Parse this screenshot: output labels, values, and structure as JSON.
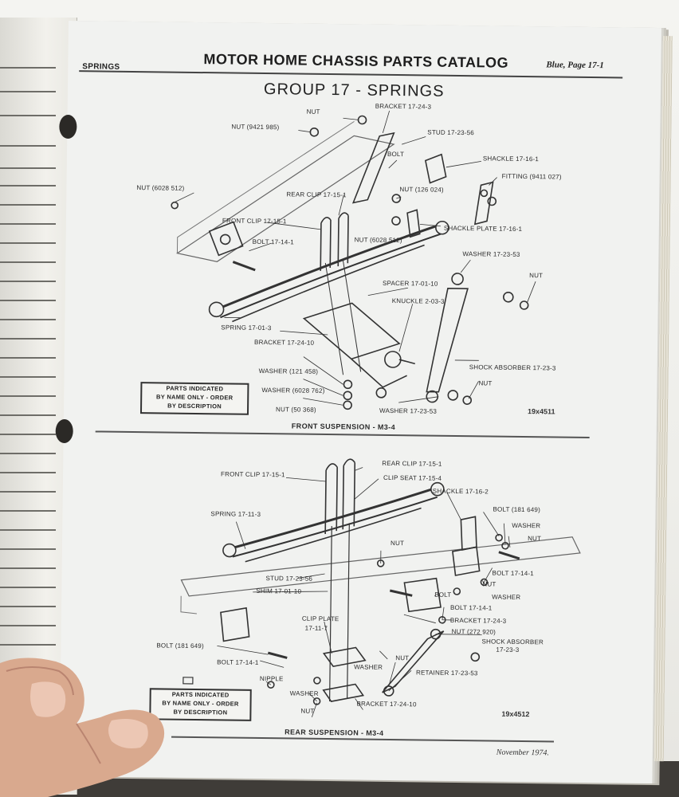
{
  "header": {
    "section": "SPRINGS",
    "title": "MOTOR HOME CHASSIS PARTS CATALOG",
    "page_ref": "Blue, Page 17-1"
  },
  "group_title": "GROUP 17 - SPRINGS",
  "front": {
    "labels": {
      "nut_top": "NUT",
      "bracket_top": "BRACKET 17-24-3",
      "nut_9421": "NUT (9421 985)",
      "stud": "STUD 17-23-56",
      "bolt": "BOLT",
      "shackle": "SHACKLE 17-16-1",
      "fitting": "FITTING (9411 027)",
      "nut_6028_left": "NUT (6028 512)",
      "nut_126": "NUT (126 024)",
      "rear_clip": "REAR CLIP 17-15-1",
      "front_clip": "FRONT CLIP 17-15-1",
      "nut_6028_mid": "NUT (6028 512)",
      "shackle_plate": "SHACKLE PLATE 17-16-1",
      "bolt_14": "BOLT 17-14-1",
      "washer_53_top": "WASHER 17-23-53",
      "nut_right": "NUT",
      "spacer": "SPACER 17-01-10",
      "knuckle": "KNUCKLE 2-03-3",
      "spring": "SPRING 17-01-3",
      "bracket_10": "BRACKET 17-24-10",
      "shock": "SHOCK ABSORBER 17-23-3",
      "washer_121": "WASHER (121 458)",
      "nut_bottom": "NUT",
      "washer_6028": "WASHER (6028 762)",
      "nut_50": "NUT (50 368)",
      "washer_53_bottom": "WASHER 17-23-53"
    },
    "note": [
      "PARTS INDICATED",
      "BY NAME ONLY - ORDER",
      "BY DESCRIPTION"
    ],
    "ref": "19x4511",
    "caption": "FRONT SUSPENSION - M3-4"
  },
  "rear": {
    "labels": {
      "rear_clip": "REAR CLIP 17-15-1",
      "front_clip": "FRONT CLIP 17-15-1",
      "clip_seat": "CLIP SEAT 17-15-4",
      "shackle": "SHACKLE 17-16-2",
      "spring": "SPRING 17-11-3",
      "bolt_181_top": "BOLT (181 649)",
      "washer_top": "WASHER",
      "nut_top_right": "NUT",
      "nut_mid": "NUT",
      "bolt_14_right": "BOLT 17-14-1",
      "stud": "STUD 17-23-56",
      "nut_right2": "NUT",
      "washer_right2": "WASHER",
      "shim": "SHIM 17-01-10",
      "bolt_mid": "BOLT",
      "bolt_14_mid": "BOLT 17-14-1",
      "bracket_3": "BRACKET 17-24-3",
      "nut_272": "NUT (272 920)",
      "clip_plate": "CLIP PLATE",
      "clip_plate_num": "17-11-7",
      "shock": "SHOCK ABSORBER",
      "shock_num": "17-23-3",
      "bolt_181_left": "BOLT (181 649)",
      "nut_lower": "NUT",
      "washer_lower": "WASHER",
      "bolt_14_left": "BOLT 17-14-1",
      "retainer": "RETAINER 17-23-53",
      "nipple": "NIPPLE",
      "washer_bottom": "WASHER",
      "nut_bottom": "NUT",
      "bracket_10": "BRACKET 17-24-10"
    },
    "note": [
      "PARTS INDICATED",
      "BY NAME ONLY - ORDER",
      "BY DESCRIPTION"
    ],
    "ref": "19x4512",
    "caption": "REAR SUSPENSION - M3-4"
  },
  "footer": {
    "date": "November 1974."
  }
}
